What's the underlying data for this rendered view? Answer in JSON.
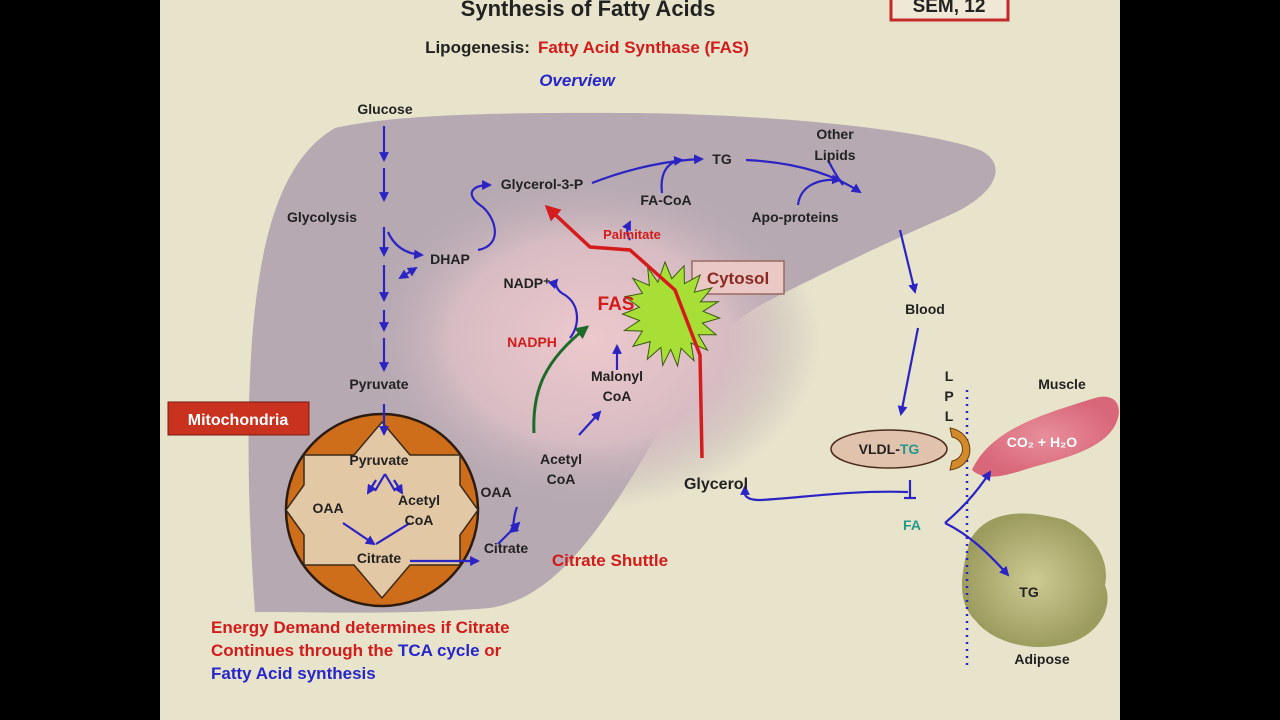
{
  "title": "Synthesis of Fatty Acids",
  "course_tag": "SEM, 12",
  "subtitle_prefix": "Lipogenesis:",
  "subtitle_main": "Fatty Acid Synthase (FAS)",
  "overview": "Overview",
  "regions": {
    "cytosol": "Cytosol",
    "mitochondria": "Mitochondria",
    "muscle": "Muscle",
    "adipose": "Adipose"
  },
  "nodes": {
    "glucose": "Glucose",
    "glycolysis": "Glycolysis",
    "dhap": "DHAP",
    "pyruvate": "Pyruvate",
    "pyruvate_mito": "Pyruvate",
    "oaa_mito": "OAA",
    "acetyl_coa_mito_1": "Acetyl",
    "acetyl_coa_mito_2": "CoA",
    "citrate_mito": "Citrate",
    "citrate": "Citrate",
    "oaa": "OAA",
    "acetyl_coa_1": "Acetyl",
    "acetyl_coa_2": "CoA",
    "malonyl_coa_1": "Malonyl",
    "malonyl_coa_2": "CoA",
    "fas": "FAS",
    "nadp": "NADP⁺",
    "nadph": "NADPH",
    "palmitate": "Palmitate",
    "glycerol_3p": "Glycerol-3-P",
    "fa_coa": "FA-CoA",
    "tg": "TG",
    "other_lipids_1": "Other",
    "other_lipids_2": "Lipids",
    "apo_proteins": "Apo-proteins",
    "blood": "Blood",
    "vldl": "VLDL-",
    "vldl_tg": "TG",
    "lpl": [
      "L",
      "P",
      "L"
    ],
    "glycerol": "Glycerol",
    "fa": "FA",
    "co2_h2o": "CO₂ + H₂O",
    "tg_adipose": "TG"
  },
  "citrate_shuttle": "Citrate Shuttle",
  "note": {
    "line1": "Energy Demand determines if Citrate",
    "line2_a": "Continues through the ",
    "line2_b": "TCA cycle",
    "line2_c": " or",
    "line3": "Fatty Acid synthesis"
  },
  "colors": {
    "background": "#e8e4cb",
    "cell": "#b6a9b2",
    "cytosol_glow": "#e7c3c8",
    "mitochondria_outer": "#cf6e1a",
    "mitochondria_inner": "#e3c8a5",
    "arrow_blue": "#2b23c4",
    "arrow_red": "#d41c1c",
    "arrow_green": "#1d6b2a",
    "text_red": "#d21b1b",
    "text_blue": "#2726c8",
    "text_teal": "#23998c",
    "fas_fill": "#a8df36",
    "muscle": "#df6f7e",
    "adipose": "#a9a86b",
    "vldl_fill": "#e1c2ad",
    "lpl_fill": "#d38a2b",
    "mito_label_bg": "#c9321f"
  }
}
